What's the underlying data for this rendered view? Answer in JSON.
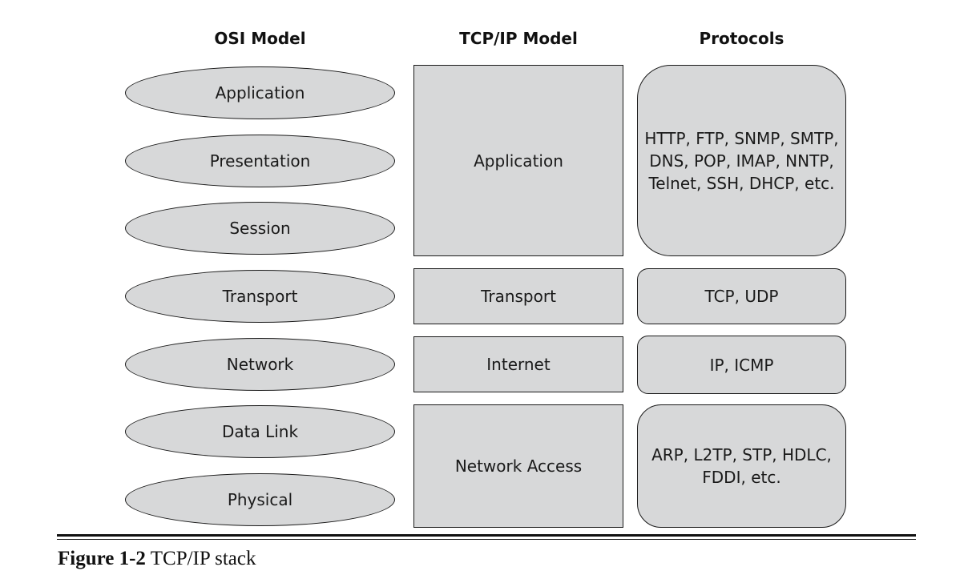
{
  "headers": {
    "osi": "OSI Model",
    "tcpip": "TCP/IP Model",
    "protocols": "Protocols"
  },
  "osi_layers": [
    "Application",
    "Presentation",
    "Session",
    "Transport",
    "Network",
    "Data Link",
    "Physical"
  ],
  "tcpip_layers": [
    "Application",
    "Transport",
    "Internet",
    "Network Access"
  ],
  "protocols": {
    "application": [
      "HTTP, FTP, SNMP, SMTP,",
      "DNS, POP, IMAP, NNTP,",
      "Telnet, SSH, DHCP, etc."
    ],
    "transport": [
      "TCP, UDP"
    ],
    "internet": [
      "IP, ICMP"
    ],
    "network_access": [
      "ARP, L2TP, STP, HDLC,",
      "FDDI, etc."
    ]
  },
  "caption": {
    "number": "Figure 1-2",
    "text": "TCP/IP stack"
  }
}
